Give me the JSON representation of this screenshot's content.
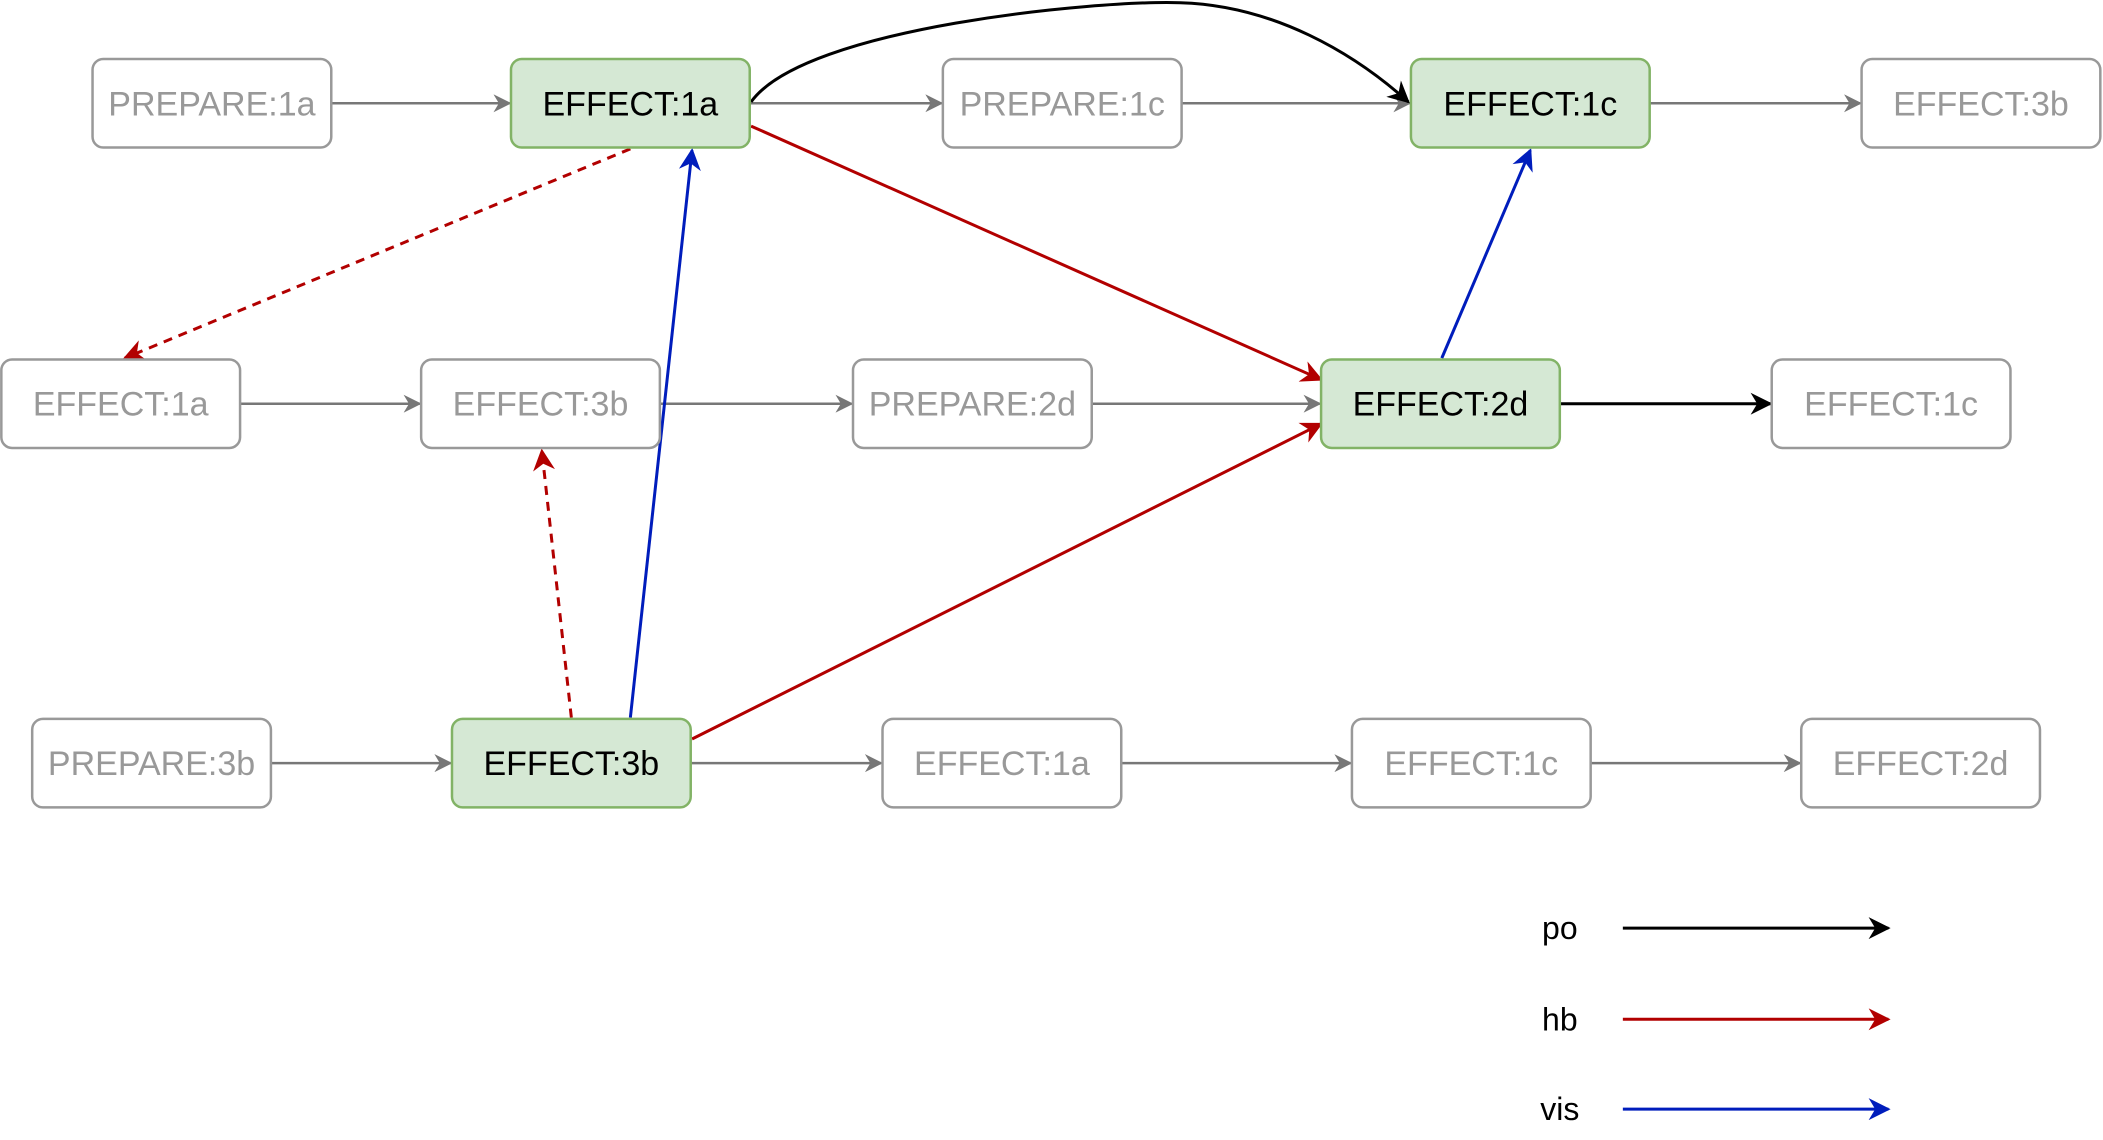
{
  "colors": {
    "po": "#000000",
    "hb": "#b20000",
    "vis": "#001dbc",
    "active_fill": "#d5e8d4",
    "active_stroke": "#82b366",
    "inactive_stroke": "#999999",
    "inactive_text": "#999999",
    "active_text": "#000000",
    "inactive_edge": "#777777"
  },
  "nodes": {
    "r1_prep1a": {
      "label": "PREPARE:1a",
      "state": "inactive"
    },
    "r1_eff1a": {
      "label": "EFFECT:1a",
      "state": "active"
    },
    "r1_prep1c": {
      "label": "PREPARE:1c",
      "state": "inactive"
    },
    "r1_eff1c": {
      "label": "EFFECT:1c",
      "state": "active"
    },
    "r1_eff3b": {
      "label": "EFFECT:3b",
      "state": "inactive"
    },
    "r2_eff1a": {
      "label": "EFFECT:1a",
      "state": "inactive"
    },
    "r2_eff3b": {
      "label": "EFFECT:3b",
      "state": "inactive"
    },
    "r2_prep2d": {
      "label": "PREPARE:2d",
      "state": "inactive"
    },
    "r2_eff2d": {
      "label": "EFFECT:2d",
      "state": "active"
    },
    "r2_eff1c": {
      "label": "EFFECT:1c",
      "state": "inactive"
    },
    "r3_prep3b": {
      "label": "PREPARE:3b",
      "state": "inactive"
    },
    "r3_eff3b": {
      "label": "EFFECT:3b",
      "state": "active"
    },
    "r3_eff1a": {
      "label": "EFFECT:1a",
      "state": "inactive"
    },
    "r3_eff1c": {
      "label": "EFFECT:1c",
      "state": "inactive"
    },
    "r3_eff2d": {
      "label": "EFFECT:2d",
      "state": "inactive"
    }
  },
  "edges": [
    {
      "from": "r1_prep1a",
      "to": "r1_eff1a",
      "kind": "inactive"
    },
    {
      "from": "r1_eff1a",
      "to": "r1_prep1c",
      "kind": "inactive"
    },
    {
      "from": "r1_prep1c",
      "to": "r1_eff1c",
      "kind": "inactive"
    },
    {
      "from": "r1_eff1c",
      "to": "r1_eff3b",
      "kind": "inactive"
    },
    {
      "from": "r2_eff1a",
      "to": "r2_eff3b",
      "kind": "inactive"
    },
    {
      "from": "r2_eff3b",
      "to": "r2_prep2d",
      "kind": "inactive"
    },
    {
      "from": "r2_prep2d",
      "to": "r2_eff2d",
      "kind": "inactive"
    },
    {
      "from": "r3_prep3b",
      "to": "r3_eff3b",
      "kind": "inactive"
    },
    {
      "from": "r3_eff3b",
      "to": "r3_eff1a",
      "kind": "inactive"
    },
    {
      "from": "r3_eff1a",
      "to": "r3_eff1c",
      "kind": "inactive"
    },
    {
      "from": "r3_eff1c",
      "to": "r3_eff2d",
      "kind": "inactive"
    },
    {
      "from": "r1_eff1a",
      "to": "r1_eff1c",
      "kind": "po",
      "curved": true
    },
    {
      "from": "r2_eff2d",
      "to": "r2_eff1c",
      "kind": "po"
    },
    {
      "from": "r1_eff1a",
      "to": "r2_eff2d",
      "kind": "hb"
    },
    {
      "from": "r3_eff3b",
      "to": "r2_eff2d",
      "kind": "hb"
    },
    {
      "from": "r1_eff1a",
      "to": "r2_eff1a",
      "kind": "hb",
      "dashed": true
    },
    {
      "from": "r3_eff3b",
      "to": "r2_eff3b",
      "kind": "hb",
      "dashed": true
    },
    {
      "from": "r3_eff3b",
      "to": "r1_eff1a",
      "kind": "vis"
    },
    {
      "from": "r2_eff2d",
      "to": "r1_eff1c",
      "kind": "vis"
    }
  ],
  "legend": [
    {
      "label": "po",
      "kind": "po"
    },
    {
      "label": "hb",
      "kind": "hb"
    },
    {
      "label": "vis",
      "kind": "vis"
    }
  ]
}
